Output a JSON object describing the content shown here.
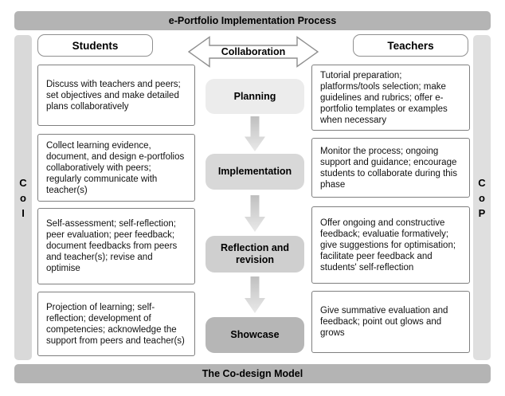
{
  "header": {
    "title": "e-Portfolio Implementation Process"
  },
  "footer": {
    "title": "The Co-design Model"
  },
  "collaboration": {
    "label": "Collaboration"
  },
  "students": {
    "header": "Students",
    "boxes": [
      "Discuss with teachers and peers; set objectives and make detailed plans collaboratively",
      "Collect learning evidence, document, and design e-portfolios collaboratively with peers; regularly communicate with teacher(s)",
      "Self-assessment; self-reflection; peer evaluation; peer feedback; document feedbacks from peers and teacher(s); revise and optimise",
      "Projection of learning; self-reflection; development of competencies; acknowledge the support from peers and teacher(s)"
    ]
  },
  "teachers": {
    "header": "Teachers",
    "boxes": [
      "Tutorial preparation; platforms/tools selection; make guidelines and rubrics; offer e-portfolio templates or examples when necessary",
      "Monitor the process; ongoing support and guidance; encourage students to collaborate during this phase",
      "Offer ongoing and constructive feedback; evaluatie formatively; give suggestions for optimisation; facilitate peer feedback and students' self-reflection",
      "Give summative evaluation and feedback; point out glows and grows"
    ]
  },
  "stages": [
    {
      "label": "Planning",
      "fill": "#ececec"
    },
    {
      "label": "Implementation",
      "fill": "#d8d8d8"
    },
    {
      "label": "Reflection and revision",
      "fill": "#cfcfcf"
    },
    {
      "label": "Showcase",
      "fill": "#b6b6b6"
    }
  ],
  "side_bars": {
    "left": {
      "letters": [
        "C",
        "o",
        "I"
      ]
    },
    "right": {
      "letters": [
        "C",
        "o",
        "P"
      ]
    }
  },
  "colors": {
    "title_bar": "#b4b4b4",
    "side_bar_left": "#d9d9d9",
    "side_bar_right": "#dfdfdf",
    "box_border": "#7f7f7f",
    "arrow_top": "#bfbfbf",
    "arrow_bottom": "#e9e9e9"
  }
}
